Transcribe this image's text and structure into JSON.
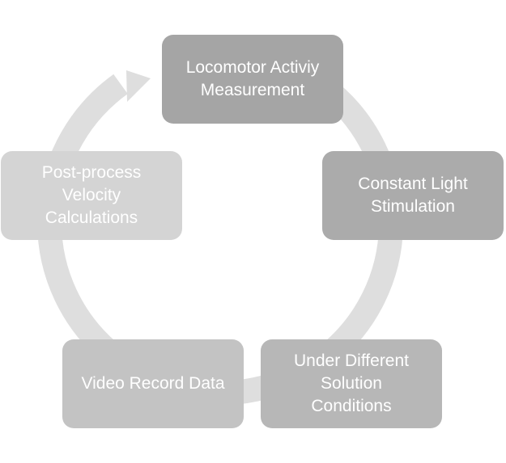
{
  "diagram": {
    "type": "cycle",
    "ring_color": "#dedede",
    "steps": [
      {
        "label": "Locomotor Activiy\nMeasurement",
        "color": "#a5a5a5"
      },
      {
        "label": "Constant Light\nStimulation",
        "color": "#ababab"
      },
      {
        "label": "Under Different\nSolution\nConditions",
        "color": "#b7b7b7"
      },
      {
        "label": "Video Record Data",
        "color": "#c3c3c3"
      },
      {
        "label": "Post-process\nVelocity\nCalculations",
        "color": "#d4d4d4"
      }
    ]
  }
}
